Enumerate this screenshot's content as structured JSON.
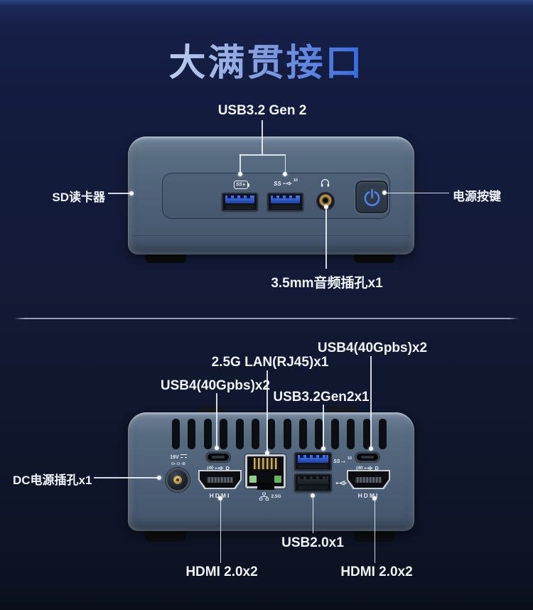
{
  "title": "大满贯接口",
  "front": {
    "usb_group_label": "USB3.2 Gen 2",
    "sd_label": "SD读卡器",
    "power_label": "电源按键",
    "audio_label": "3.5mm音频插孔x1",
    "icons": {
      "usb_charge_ss": "SS",
      "usb_ss": "SS",
      "usb_gen2_speed": "10"
    }
  },
  "rear": {
    "usb4_left_label": "USB4(40Gpbs)x2",
    "usb4_right_label": "USB4(40Gpbs)x2",
    "lan_label": "2.5G LAN(RJ45)x1",
    "usb32_label": "USB3.2Gen2x1",
    "dc_label": "DC电源插孔x1",
    "usb2_label": "USB2.0x1",
    "hdmi_left_label": "HDMI 2.0x2",
    "hdmi_right_label": "HDMI 2.0x2",
    "vent_count": 14,
    "port_marks": {
      "dc_voltage": "19V",
      "dc_polarity": "⊖-⊙-⊕",
      "usb4_badge": "(40",
      "dp_badge": "D",
      "usb_ss": "SS",
      "usb_speed": "10",
      "lan_badge": "2.5G",
      "hdmi_print": "HDMI"
    }
  },
  "colors": {
    "background_navy": "#131c3c",
    "title_gradient_start": "#ccd8f2",
    "title_gradient_end": "#2e66e0",
    "device_body": "#54687e",
    "label_text": "#f2f5f9",
    "usb_blue": "#2f5fd9",
    "power_icon_blue": "#4d7ee8",
    "divider": "#99a2b3",
    "led_green": "#7ac879",
    "brass": "#c9a054"
  }
}
